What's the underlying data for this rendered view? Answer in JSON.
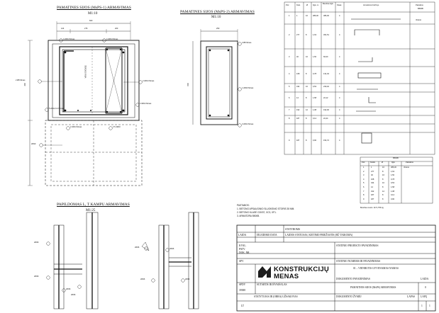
{
  "drawing": {
    "title_msp1": "PAMATINES SIJOS (MsPS-1) ARMAVIMAS",
    "scale_msp1": "M1:10",
    "title_msp2": "PAMATINES SIJOS (MsPS-2) ARMAVIMAS",
    "scale_msp2": "M1:10",
    "title_detail": "PAPILDOMAS L, T KAMPU ARMAVIMAS",
    "scale_detail": "M1:25",
    "dims_top": [
      "600",
      "124",
      "276",
      "200",
      "250"
    ],
    "dims_side": [
      "400",
      "600"
    ],
    "section_label": "ŠERDIES RIBA",
    "callouts_msp1": [
      "4 2Ø14 Mmas",
      "4 2Ø14 Mmas",
      "2 Ø8 Mmas",
      "2 2Ø14 Mmas",
      "5 2Ø12,0.2 Mmas",
      "4 3Ø14 Mmas",
      "2 2Ø14 Mmas",
      "3 5 2Ø10",
      "2Ø10",
      "6"
    ],
    "callouts_msp2": [
      "2 Ø8 Mmas",
      "1 2Ø10 Mmas",
      "3 2Ø14 Mmas"
    ],
    "callouts_detail": [
      "2Ø16",
      "2Ø16",
      "2Ø16",
      "2Ø16",
      "2Ø16",
      "2Ø16",
      "2Ø16",
      "2Ø16"
    ]
  },
  "notes": {
    "heading": "PASTABOS:",
    "lines": [
      "1. BETONO APSAUGINIO SLUOKSNIO STORIS 35 MM.",
      "2. BETONO KLASĖ C30/37, XC3, XF1.",
      "3. ARMATŪRA B500B."
    ]
  },
  "spec_table": {
    "headers": [
      "Poz.",
      "Kiek.",
      "Ø",
      "Ilgis, m",
      "Bendras ilgis",
      "Klasė",
      "Armatūros brėžinys",
      "Pastabos"
    ],
    "rows": [
      {
        "poz": "1",
        "kiek": "1",
        "d": "16",
        "len": "386,00",
        "total": "386,00",
        "cls": "4"
      },
      {
        "poz": "2",
        "kiek": "277",
        "d": "8",
        "len": "1,63",
        "total": "451,51",
        "cls": "4"
      },
      {
        "poz": "3",
        "kiek": "40",
        "d": "16",
        "len": "1,50",
        "total": "60,00",
        "cls": "4"
      },
      {
        "poz": "4",
        "kiek": "168",
        "d": "8",
        "len": "0,78",
        "total": "131,04",
        "cls": "4"
      },
      {
        "poz": "5",
        "kiek": "434",
        "d": "10",
        "len": "0,53",
        "total": "230,02",
        "cls": "4"
      },
      {
        "poz": "6",
        "kiek": "14",
        "d": "8",
        "len": "1,58",
        "total": "22,12",
        "cls": "4"
      },
      {
        "poz": "7",
        "kiek": "192",
        "d": "12",
        "len": "1,08",
        "total": "192,00",
        "cls": "4"
      },
      {
        "poz": "8",
        "kiek": "187",
        "d": "8",
        "len": "0,12",
        "total": "22,44",
        "cls": "4"
      },
      {
        "poz": "9",
        "kiek": "187",
        "d": "8",
        "len": "0,90",
        "total": "154,72",
        "cls": "4"
      }
    ],
    "remark_top": "Vidurio",
    "remark_col": "B500B"
  },
  "summary_table": {
    "title": "B500B",
    "headers": [
      "Poz.",
      "Kiekis",
      "Ø",
      "Ilgis",
      "Pastabos"
    ],
    "rows": [
      [
        "1",
        "1",
        "16",
        "386,00",
        "Vidurio"
      ],
      [
        "2",
        "277",
        "8",
        "1,63",
        ""
      ],
      [
        "3",
        "40",
        "16",
        "1,50",
        ""
      ],
      [
        "4",
        "168",
        "8",
        "0,78",
        ""
      ],
      [
        "5",
        "434",
        "10",
        "0,53",
        ""
      ],
      [
        "6",
        "14",
        "8",
        "1,58",
        ""
      ],
      [
        "7",
        "192",
        "12",
        "1,08",
        ""
      ],
      [
        "8",
        "187",
        "8",
        "0,12",
        ""
      ],
      [
        "9",
        "187",
        "8",
        "0,90",
        ""
      ]
    ],
    "total": "Bendras svoris: 1171,756 kg"
  },
  "title_block": {
    "r_statybos": "STATYBOMS",
    "laida": "LAIDA",
    "r_issiuntimo": "IŠLEIDIMO DATA",
    "laidos_statusas": "LAIDOS STATUSAS, KEITIMO PRIEŽASTIS (BŪ TAIKOMA)",
    "kval_lines": [
      "KVAL.",
      "PATV.",
      "DOK. NR."
    ],
    "statinio_pav": "STATINIO PROJEKTO PAVADINIMAS",
    "statinio_nr": "STATINIO NUMERIS IR PAVADINIMAS",
    "projekto_pav": "01 – VIENBUTIS GYVENAMAS NAMAS",
    "dokumento_pav": "DOKUMENTO PAVADINIMAS",
    "laida_col": "LAIDA",
    "laida_val": "0",
    "dokumento_text": "PAMATINES SIJOS (MsPS) ARMAVIMAS",
    "spv": "SPV",
    "spdv": "SPDV",
    "sutartis": "SUTARTIS IR IŠVAIŠALAS",
    "code": "39388",
    "statytojas": "STATYTOJAS IR (OBRA) UŽSAKOVAS",
    "dokumento_zyma": "DOKUMENTO ŽYMĖJ",
    "lapas": "LAPAS",
    "lapu": "LAPŲ",
    "lapas_val": "1",
    "lapu_val": "1",
    "lt": "LT",
    "company": "KONSTRUKCIJŲ",
    "company2": "MENAS",
    "logo_color": "#1d1d1d"
  }
}
